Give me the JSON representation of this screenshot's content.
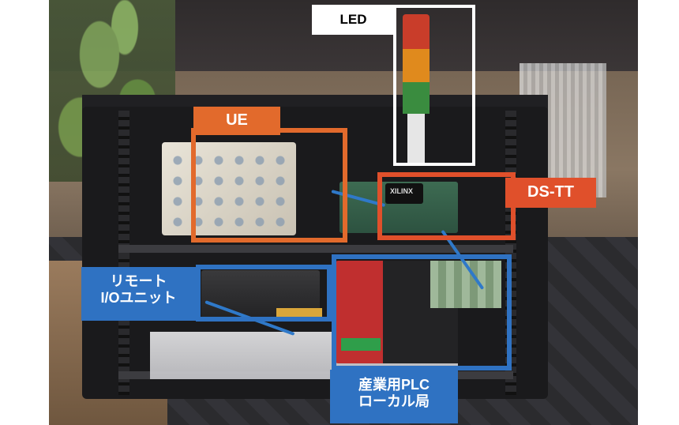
{
  "labels": {
    "led": "LED",
    "ue": "UE",
    "dstt": "DS-TT",
    "remote_io": [
      "リモート",
      "I/Oユニット"
    ],
    "plc": [
      "産業用PLC",
      "ローカル局"
    ]
  },
  "board_chip_text": "XILINX",
  "colors": {
    "orange_callout": "#e26a2c",
    "red_callout": "#e0502b",
    "blue_callout": "#2f72c2",
    "led_callout": "#ffffff"
  }
}
